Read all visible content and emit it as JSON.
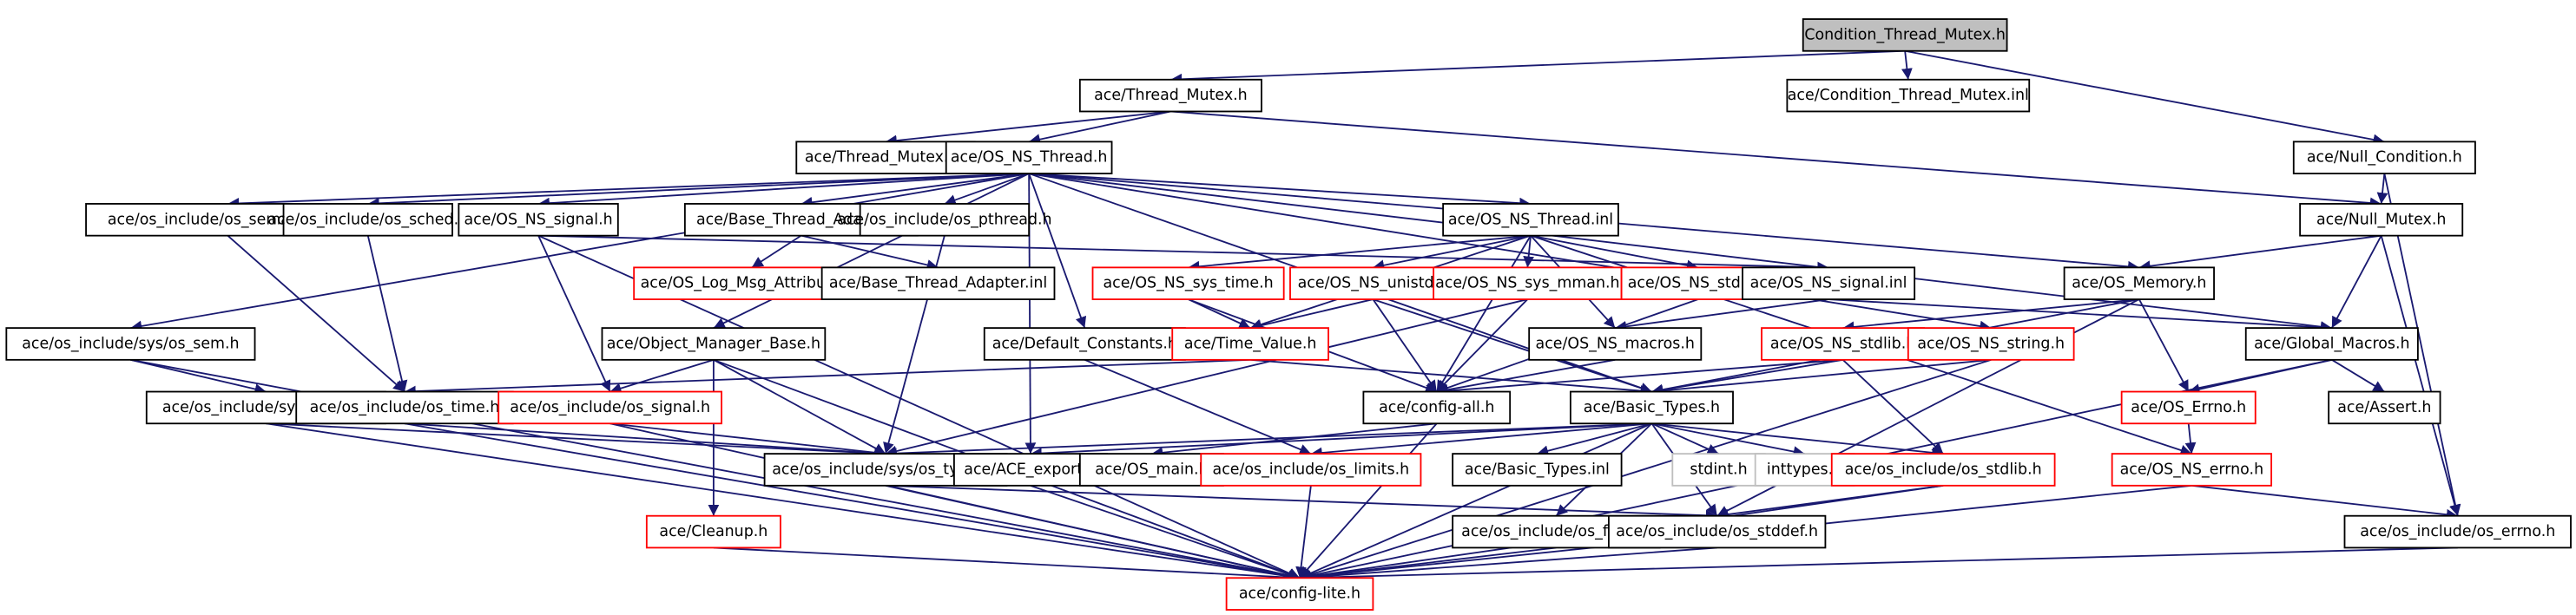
{
  "colors": {
    "edge": "#191970",
    "node_border": "#000000",
    "missing_border": "#ff0000",
    "external_border": "#bfbfbf",
    "root_fill": "#bfbfbf",
    "node_fill": "#ffffff",
    "text": "#000000"
  },
  "nodes": [
    {
      "id": "root",
      "label": "Condition_Thread_Mutex.h",
      "kind": "root"
    },
    {
      "id": "thread_mutex_h",
      "label": "ace/Thread_Mutex.h",
      "kind": "normal"
    },
    {
      "id": "cond_mutex_inl",
      "label": "ace/Condition_Thread_Mutex.inl",
      "kind": "normal"
    },
    {
      "id": "null_condition",
      "label": "ace/Null_Condition.h",
      "kind": "normal"
    },
    {
      "id": "thread_mutex_inl",
      "label": "ace/Thread_Mutex.inl",
      "kind": "normal"
    },
    {
      "id": "os_ns_thread_h",
      "label": "ace/OS_NS_Thread.h",
      "kind": "normal"
    },
    {
      "id": "null_mutex",
      "label": "ace/Null_Mutex.h",
      "kind": "normal"
    },
    {
      "id": "semaphore",
      "label": "ace/os_include/os_semaphore.h",
      "kind": "normal"
    },
    {
      "id": "sched",
      "label": "ace/os_include/os_sched.h",
      "kind": "normal"
    },
    {
      "id": "os_ns_signal_h",
      "label": "ace/OS_NS_signal.h",
      "kind": "normal"
    },
    {
      "id": "base_thread_adapter_h",
      "label": "ace/Base_Thread_Adapter.h",
      "kind": "normal"
    },
    {
      "id": "pthread",
      "label": "ace/os_include/os_pthread.h",
      "kind": "normal"
    },
    {
      "id": "os_ns_thread_inl",
      "label": "ace/OS_NS_Thread.inl",
      "kind": "normal"
    },
    {
      "id": "log_msg_attr",
      "label": "ace/OS_Log_Msg_Attributes.h",
      "kind": "missing"
    },
    {
      "id": "base_thread_adapter_inl",
      "label": "ace/Base_Thread_Adapter.inl",
      "kind": "normal"
    },
    {
      "id": "sys_time",
      "label": "ace/OS_NS_sys_time.h",
      "kind": "missing"
    },
    {
      "id": "unistd",
      "label": "ace/OS_NS_unistd.h",
      "kind": "missing"
    },
    {
      "id": "sys_mman",
      "label": "ace/OS_NS_sys_mman.h",
      "kind": "missing"
    },
    {
      "id": "os_ns_stdio",
      "label": "ace/OS_NS_stdio.h",
      "kind": "missing"
    },
    {
      "id": "os_ns_signal_inl",
      "label": "ace/OS_NS_signal.inl",
      "kind": "normal"
    },
    {
      "id": "os_memory",
      "label": "ace/OS_Memory.h",
      "kind": "normal"
    },
    {
      "id": "os_sem",
      "label": "ace/os_include/sys/os_sem.h",
      "kind": "normal"
    },
    {
      "id": "obj_mgr_base",
      "label": "ace/Object_Manager_Base.h",
      "kind": "normal"
    },
    {
      "id": "default_constants",
      "label": "ace/Default_Constants.h",
      "kind": "normal"
    },
    {
      "id": "time_value",
      "label": "ace/Time_Value.h",
      "kind": "missing"
    },
    {
      "id": "os_ns_macros",
      "label": "ace/OS_NS_macros.h",
      "kind": "normal"
    },
    {
      "id": "os_ns_stdlib",
      "label": "ace/OS_NS_stdlib.h",
      "kind": "missing"
    },
    {
      "id": "os_ns_string",
      "label": "ace/OS_NS_string.h",
      "kind": "missing"
    },
    {
      "id": "global_macros",
      "label": "ace/Global_Macros.h",
      "kind": "normal"
    },
    {
      "id": "os_ipc",
      "label": "ace/os_include/sys/os_ipc.h",
      "kind": "normal"
    },
    {
      "id": "os_time",
      "label": "ace/os_include/os_time.h",
      "kind": "normal"
    },
    {
      "id": "os_signal",
      "label": "ace/os_include/os_signal.h",
      "kind": "missing"
    },
    {
      "id": "config_all",
      "label": "ace/config-all.h",
      "kind": "normal"
    },
    {
      "id": "basic_types_h",
      "label": "ace/Basic_Types.h",
      "kind": "normal"
    },
    {
      "id": "os_errno_h",
      "label": "ace/OS_Errno.h",
      "kind": "missing"
    },
    {
      "id": "assert",
      "label": "ace/Assert.h",
      "kind": "normal"
    },
    {
      "id": "os_types",
      "label": "ace/os_include/sys/os_types.h",
      "kind": "normal"
    },
    {
      "id": "ace_export",
      "label": "ace/ACE_export.h",
      "kind": "normal"
    },
    {
      "id": "os_main",
      "label": "ace/OS_main.h",
      "kind": "normal"
    },
    {
      "id": "os_limits",
      "label": "ace/os_include/os_limits.h",
      "kind": "missing"
    },
    {
      "id": "basic_types_inl",
      "label": "ace/Basic_Types.inl",
      "kind": "normal"
    },
    {
      "id": "stdint",
      "label": "stdint.h",
      "kind": "external"
    },
    {
      "id": "inttypes",
      "label": "inttypes.h",
      "kind": "external"
    },
    {
      "id": "os_stdlib",
      "label": "ace/os_include/os_stdlib.h",
      "kind": "missing"
    },
    {
      "id": "os_ns_errno",
      "label": "ace/OS_NS_errno.h",
      "kind": "missing"
    },
    {
      "id": "cleanup",
      "label": "ace/Cleanup.h",
      "kind": "missing"
    },
    {
      "id": "os_float",
      "label": "ace/os_include/os_float.h",
      "kind": "normal"
    },
    {
      "id": "os_stddef",
      "label": "ace/os_include/os_stddef.h",
      "kind": "normal"
    },
    {
      "id": "os_errno_inc",
      "label": "ace/os_include/os_errno.h",
      "kind": "normal"
    },
    {
      "id": "config_lite",
      "label": "ace/config-lite.h",
      "kind": "missing"
    }
  ],
  "edges": [
    [
      "root",
      "thread_mutex_h"
    ],
    [
      "root",
      "cond_mutex_inl"
    ],
    [
      "root",
      "null_condition"
    ],
    [
      "thread_mutex_h",
      "thread_mutex_inl"
    ],
    [
      "thread_mutex_h",
      "os_ns_thread_h"
    ],
    [
      "thread_mutex_h",
      "null_mutex"
    ],
    [
      "null_condition",
      "null_mutex"
    ],
    [
      "null_condition",
      "os_errno_inc"
    ],
    [
      "os_ns_thread_h",
      "semaphore"
    ],
    [
      "os_ns_thread_h",
      "sched"
    ],
    [
      "os_ns_thread_h",
      "os_ns_signal_h"
    ],
    [
      "os_ns_thread_h",
      "base_thread_adapter_h"
    ],
    [
      "os_ns_thread_h",
      "pthread"
    ],
    [
      "os_ns_thread_h",
      "os_ns_thread_inl"
    ],
    [
      "os_ns_thread_h",
      "os_sem"
    ],
    [
      "os_ns_thread_h",
      "obj_mgr_base"
    ],
    [
      "os_ns_thread_h",
      "default_constants"
    ],
    [
      "os_ns_thread_h",
      "os_memory"
    ],
    [
      "os_ns_thread_h",
      "global_macros"
    ],
    [
      "os_ns_thread_h",
      "os_ns_string"
    ],
    [
      "os_ns_thread_h",
      "ace_export"
    ],
    [
      "os_ns_thread_h",
      "basic_types_h"
    ],
    [
      "null_mutex",
      "os_memory"
    ],
    [
      "null_mutex",
      "global_macros"
    ],
    [
      "null_mutex",
      "os_errno_inc"
    ],
    [
      "semaphore",
      "os_time"
    ],
    [
      "sched",
      "os_time"
    ],
    [
      "os_ns_signal_h",
      "os_signal"
    ],
    [
      "os_ns_signal_h",
      "os_ns_signal_inl"
    ],
    [
      "os_ns_signal_h",
      "config_lite"
    ],
    [
      "base_thread_adapter_h",
      "log_msg_attr"
    ],
    [
      "base_thread_adapter_h",
      "base_thread_adapter_inl"
    ],
    [
      "pthread",
      "os_types"
    ],
    [
      "os_ns_thread_inl",
      "sys_time"
    ],
    [
      "os_ns_thread_inl",
      "unistd"
    ],
    [
      "os_ns_thread_inl",
      "sys_mman"
    ],
    [
      "os_ns_thread_inl",
      "os_ns_stdio"
    ],
    [
      "os_ns_thread_inl",
      "time_value"
    ],
    [
      "os_ns_thread_inl",
      "os_ns_errno"
    ],
    [
      "os_ns_thread_inl",
      "os_ns_macros"
    ],
    [
      "os_ns_thread_inl",
      "config_all"
    ],
    [
      "sys_time",
      "time_value"
    ],
    [
      "sys_time",
      "config_all"
    ],
    [
      "unistd",
      "time_value"
    ],
    [
      "unistd",
      "config_all"
    ],
    [
      "unistd",
      "basic_types_h"
    ],
    [
      "sys_mman",
      "config_all"
    ],
    [
      "sys_mman",
      "os_types"
    ],
    [
      "os_ns_stdio",
      "config_all"
    ],
    [
      "os_ns_signal_inl",
      "os_ns_macros"
    ],
    [
      "os_ns_signal_inl",
      "global_macros"
    ],
    [
      "os_memory",
      "os_ns_stdlib"
    ],
    [
      "os_memory",
      "os_errno_h"
    ],
    [
      "os_memory",
      "basic_types_h"
    ],
    [
      "os_memory",
      "os_stddef"
    ],
    [
      "os_sem",
      "os_ipc"
    ],
    [
      "os_sem",
      "config_lite"
    ],
    [
      "obj_mgr_base",
      "os_signal"
    ],
    [
      "obj_mgr_base",
      "cleanup"
    ],
    [
      "obj_mgr_base",
      "os_types"
    ],
    [
      "obj_mgr_base",
      "config_lite"
    ],
    [
      "default_constants",
      "os_limits"
    ],
    [
      "time_value",
      "os_time"
    ],
    [
      "time_value",
      "basic_types_h"
    ],
    [
      "os_ns_macros",
      "config_all"
    ],
    [
      "os_ns_stdlib",
      "config_all"
    ],
    [
      "os_ns_stdlib",
      "os_stdlib"
    ],
    [
      "os_ns_stdlib",
      "basic_types_h"
    ],
    [
      "os_ns_string",
      "basic_types_h"
    ],
    [
      "os_ns_string",
      "config_lite"
    ],
    [
      "global_macros",
      "os_errno_h"
    ],
    [
      "global_macros",
      "assert"
    ],
    [
      "global_macros",
      "config_lite"
    ],
    [
      "os_ipc",
      "os_types"
    ],
    [
      "os_ipc",
      "config_lite"
    ],
    [
      "os_time",
      "os_types"
    ],
    [
      "os_time",
      "config_lite"
    ],
    [
      "os_signal",
      "os_types"
    ],
    [
      "os_signal",
      "config_lite"
    ],
    [
      "config_all",
      "os_main"
    ],
    [
      "config_all",
      "config_lite"
    ],
    [
      "basic_types_h",
      "os_types"
    ],
    [
      "basic_types_h",
      "ace_export"
    ],
    [
      "basic_types_h",
      "os_limits"
    ],
    [
      "basic_types_h",
      "basic_types_inl"
    ],
    [
      "basic_types_h",
      "stdint"
    ],
    [
      "basic_types_h",
      "inttypes"
    ],
    [
      "basic_types_h",
      "os_stdlib"
    ],
    [
      "basic_types_h",
      "os_float"
    ],
    [
      "basic_types_h",
      "os_stddef"
    ],
    [
      "basic_types_h",
      "config_lite"
    ],
    [
      "os_errno_h",
      "os_ns_errno"
    ],
    [
      "os_types",
      "os_stddef"
    ],
    [
      "os_types",
      "config_lite"
    ],
    [
      "ace_export",
      "config_lite"
    ],
    [
      "os_limits",
      "config_lite"
    ],
    [
      "os_stdlib",
      "os_stddef"
    ],
    [
      "os_stdlib",
      "config_lite"
    ],
    [
      "os_ns_errno",
      "os_errno_inc"
    ],
    [
      "os_ns_errno",
      "config_lite"
    ],
    [
      "cleanup",
      "config_lite"
    ],
    [
      "os_float",
      "config_lite"
    ],
    [
      "os_stddef",
      "config_lite"
    ],
    [
      "os_errno_inc",
      "config_lite"
    ]
  ]
}
